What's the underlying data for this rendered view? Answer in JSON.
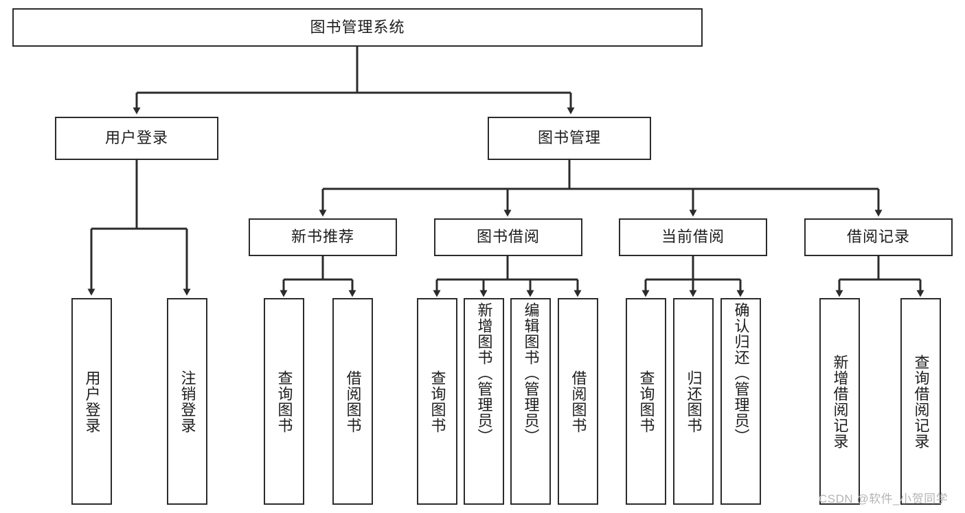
{
  "diagram": {
    "title": "图书管理系统",
    "type": "tree-hierarchy",
    "nodes": {
      "root": {
        "label": "图书管理系统"
      },
      "level2": [
        {
          "id": "user-login",
          "label": "用户登录"
        },
        {
          "id": "book-management",
          "label": "图书管理"
        }
      ],
      "level3": [
        {
          "id": "new-book-recommend",
          "label": "新书推荐"
        },
        {
          "id": "book-borrow",
          "label": "图书借阅"
        },
        {
          "id": "current-borrow",
          "label": "当前借阅"
        },
        {
          "id": "borrow-record",
          "label": "借阅记录"
        }
      ],
      "leaves": {
        "user_login": [
          {
            "id": "leaf-user-login",
            "label": "用户登录"
          },
          {
            "id": "leaf-user-logout",
            "label": "注销登录"
          }
        ],
        "new_book_recommend": [
          {
            "id": "leaf-query-book-1",
            "label": "查询图书"
          },
          {
            "id": "leaf-borrow-book-1",
            "label": "借阅图书"
          }
        ],
        "book_borrow": [
          {
            "id": "leaf-query-book-2",
            "label": "查询图书"
          },
          {
            "id": "leaf-add-book",
            "label": "新增图书（管理员）"
          },
          {
            "id": "leaf-edit-book",
            "label": "编辑图书（管理员）"
          },
          {
            "id": "leaf-borrow-book-2",
            "label": "借阅图书"
          }
        ],
        "current_borrow": [
          {
            "id": "leaf-query-book-3",
            "label": "查询图书"
          },
          {
            "id": "leaf-return-book",
            "label": "归还图书"
          },
          {
            "id": "leaf-confirm-return",
            "label": "确认归还（管理员）"
          }
        ],
        "borrow_record": [
          {
            "id": "leaf-add-borrow-record",
            "label": "新增借阅记录"
          },
          {
            "id": "leaf-query-borrow-record",
            "label": "查询借阅记录"
          }
        ]
      }
    },
    "colors": {
      "stroke": "#2b2b2b",
      "fill": "#ffffff",
      "text": "#1d1d1d",
      "watermark": "#b4b4b4"
    }
  },
  "watermark": {
    "text": "CSDN @软件_小贺同学"
  }
}
